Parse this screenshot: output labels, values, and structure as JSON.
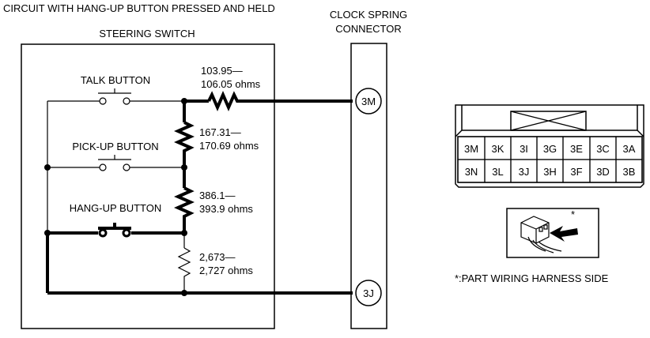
{
  "title": "CIRCUIT WITH HANG-UP BUTTON PRESSED AND HELD",
  "steering_switch": {
    "label": "STEERING SWITCH",
    "buttons": {
      "talk": "TALK BUTTON",
      "pickup": "PICK-UP BUTTON",
      "hangup": "HANG-UP BUTTON"
    },
    "resistors": [
      {
        "line1": "103.95—",
        "line2": "106.05 ohms"
      },
      {
        "line1": "167.31—",
        "line2": "170.69 ohms"
      },
      {
        "line1": "386.1—",
        "line2": "393.9 ohms"
      },
      {
        "line1": "2,673—",
        "line2": "2,727 ohms"
      }
    ]
  },
  "clock_spring": {
    "label_line1": "CLOCK SPRING",
    "label_line2": "CONNECTOR",
    "pins": [
      "3M",
      "3J"
    ]
  },
  "connector": {
    "row1": [
      "3M",
      "3K",
      "3I",
      "3G",
      "3E",
      "3C",
      "3A"
    ],
    "row2": [
      "3N",
      "3L",
      "3J",
      "3H",
      "3F",
      "3D",
      "3B"
    ],
    "asterisk": "*",
    "note": "*:PART WIRING HARNESS SIDE"
  }
}
